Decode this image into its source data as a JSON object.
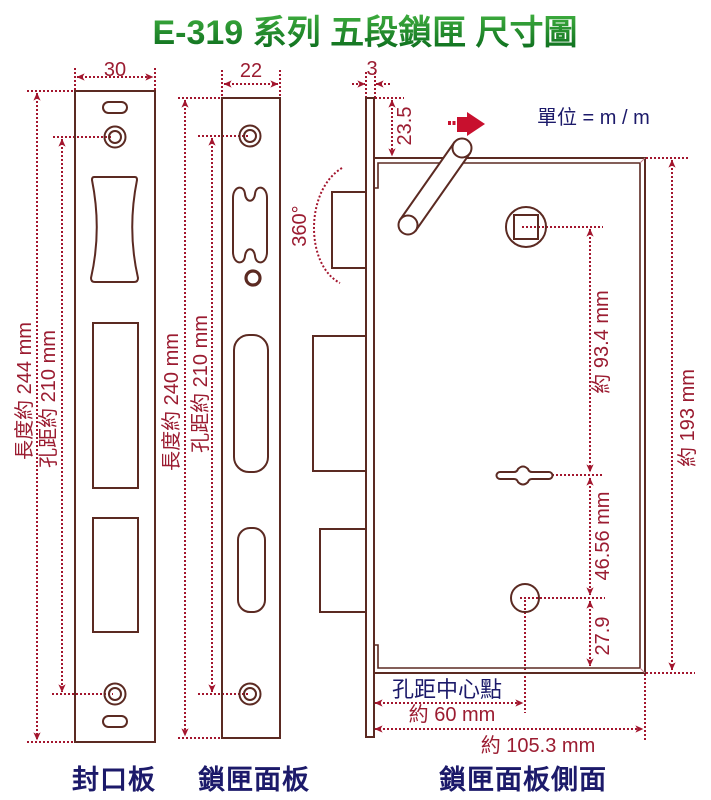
{
  "title": "E-319 系列 五段鎖匣 尺寸圖",
  "unit_label": "單位 = m / m",
  "cover_plate": {
    "caption": "封口板",
    "width": "30",
    "length": "長度約 244 mm",
    "hole_spacing": "孔距約 210 mm"
  },
  "face_plate": {
    "caption": "鎖匣面板",
    "width": "22",
    "length": "長度約 240 mm",
    "hole_spacing": "孔距約 210 mm"
  },
  "side_view": {
    "caption": "鎖匣面板側面",
    "plate_thickness": "3",
    "top_to_case": "23.5",
    "lever_rotation": "360°",
    "spindle_to_keyhole": "約 93.4 mm",
    "keyhole_to_cylinder": "46.56 mm",
    "cylinder_to_bottom": "27.9",
    "case_height": "約 193 mm",
    "backset_label": "孔距中心點",
    "backset": "約 60 mm",
    "case_depth": "約 105.3 mm"
  },
  "colors": {
    "title_green": "#1f8a2c",
    "dimension_red": "#9b1c31",
    "outline_brown": "#5b2a22",
    "label_navy": "#1c1a6a",
    "direction_arrow": "#c8102e"
  }
}
